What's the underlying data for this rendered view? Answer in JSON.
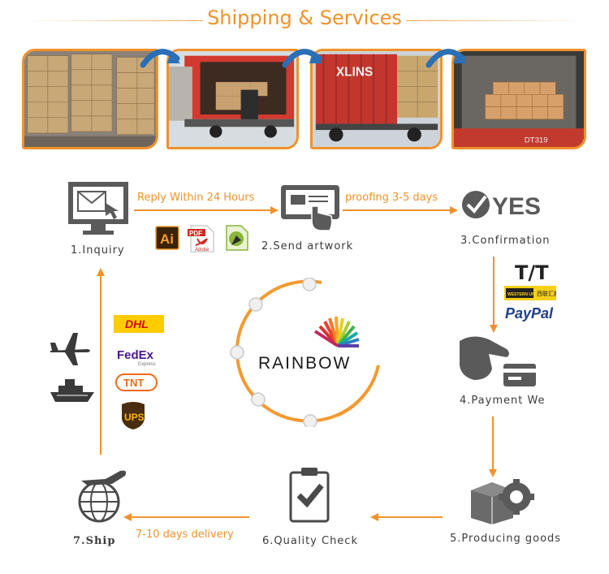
{
  "header": {
    "title": "Shipping & Services"
  },
  "steps": {
    "inquiry": "1.Inquiry",
    "send_artwork": "2.Send artwork",
    "confirmation": "3.Confirmation",
    "payment": "4.Payment We",
    "producing": "5.Producing goods",
    "quality": "6.Quality Check",
    "ship": "7.Ship"
  },
  "arrows": {
    "reply": "Reply Within 24 Hours",
    "proofing": "proofing 3-5 days",
    "delivery": "7-10 days delivery"
  },
  "file_formats": {
    "ai": "Ai",
    "pdf": "PDF",
    "adobe": "Adobe"
  },
  "confirm_logo": "YES",
  "payment_methods": {
    "tt": "T/T",
    "wu": "WESTERN UNION",
    "paypal": "PayPal"
  },
  "carriers": {
    "dhl": "DHL",
    "fedex": "FedEx",
    "fedex_sub": "Express",
    "tnt": "TNT",
    "ups": "UPS"
  },
  "brand": {
    "name": "RAINBOW"
  },
  "colors": {
    "accent": "#f0922a",
    "icon_gray": "#5a5a5a"
  }
}
